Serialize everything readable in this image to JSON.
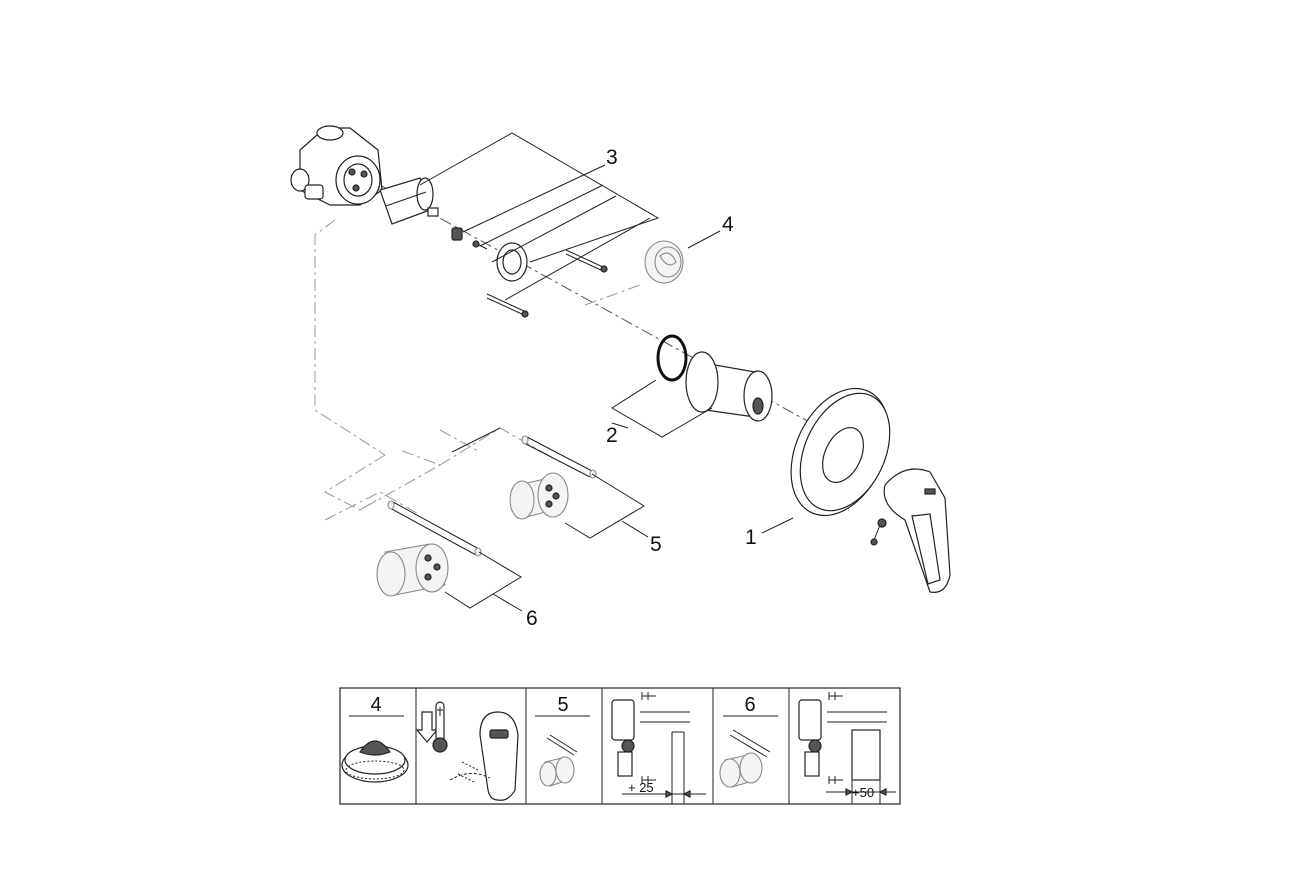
{
  "callouts": {
    "c1": "1",
    "c2": "2",
    "c3": "3",
    "c4": "4",
    "c5": "5",
    "c6": "6"
  },
  "table": {
    "cells": [
      {
        "number": "4",
        "content": "trim-cap"
      },
      {
        "number": "",
        "content": "temperature-handle"
      },
      {
        "number": "5",
        "content": "extension-set"
      },
      {
        "number": "",
        "content": "install-depth",
        "dimension": "+ 25"
      },
      {
        "number": "6",
        "content": "extension-set"
      },
      {
        "number": "",
        "content": "install-depth",
        "dimension": "+50"
      }
    ]
  }
}
